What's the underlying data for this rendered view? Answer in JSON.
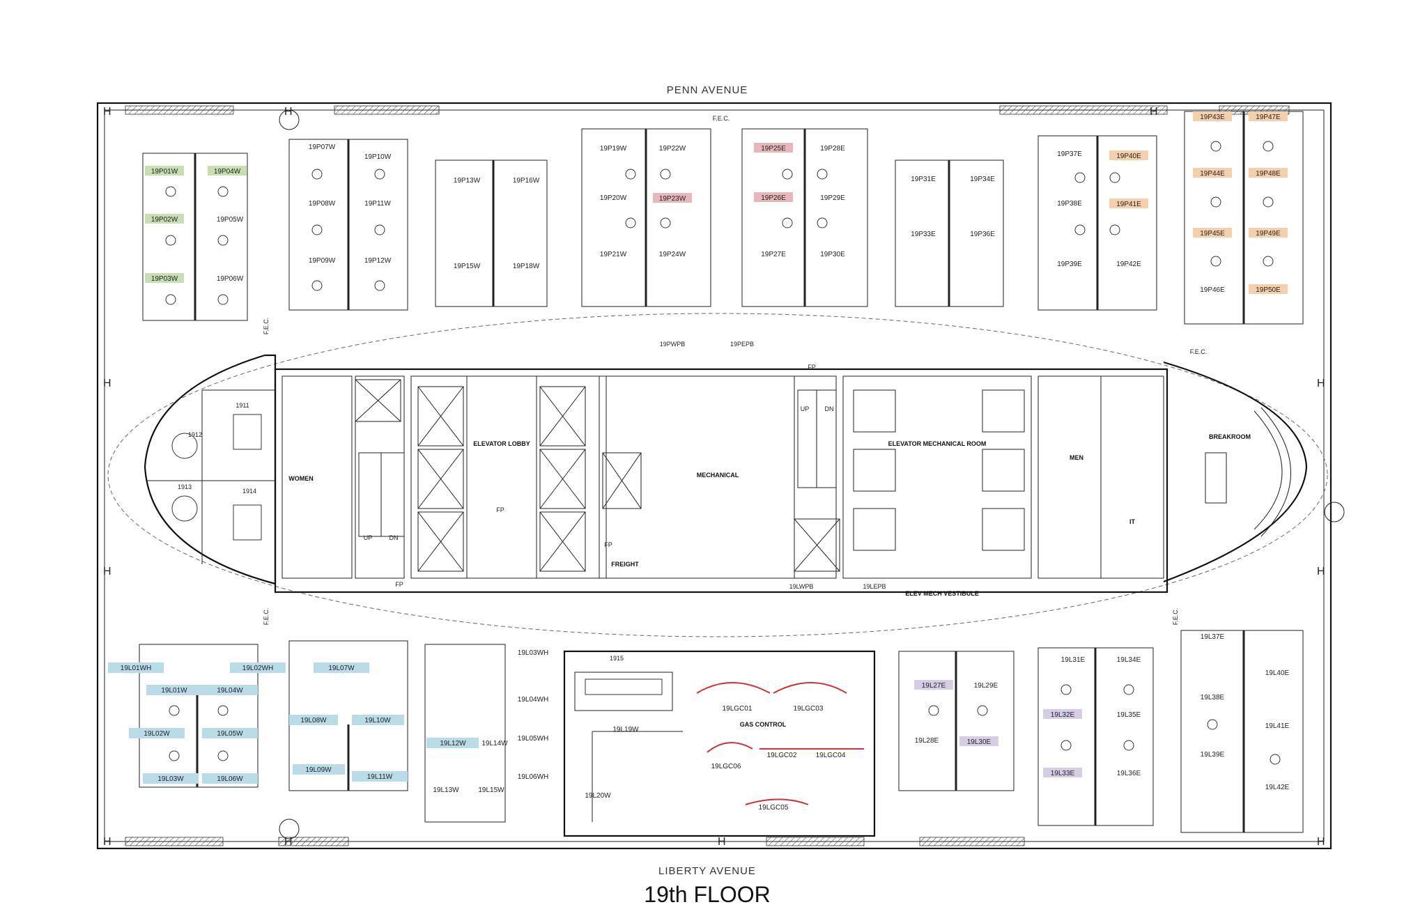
{
  "floor_title": "19th FLOOR",
  "streets": {
    "north": "PENN AVENUE",
    "south": "LIBERTY AVENUE"
  },
  "colors": {
    "green": "#c9dfb3",
    "red": "#e8b7ba",
    "orange": "#f6cfad",
    "blue": "#b9dce8",
    "purple": "#d5cde6",
    "wall": "#111111"
  },
  "rooms": {
    "r1911": "1911",
    "r1912": "1912",
    "r1913": "1913",
    "r1914": "1914",
    "r1915": "1915",
    "women": "WOMEN",
    "men": "MEN",
    "elevator_lobby": "ELEVATOR LOBBY",
    "mechanical": "MECHANICAL",
    "elevator_mechanical_room": "ELEVATOR MECHANICAL ROOM",
    "breakroom": "BREAKROOM",
    "it": "IT",
    "freight": "FREIGHT",
    "elev_mech_vestibule": "ELEV MECH VESTIBULE",
    "gas_control": "GAS CONTROL",
    "up1": "UP",
    "dn1": "DN",
    "up2": "UP",
    "dn2": "DN",
    "fp1": "FP",
    "fp2": "FP",
    "fp3": "FP",
    "fp4": "FP",
    "fec1": "F.E.C.",
    "fec2": "F.E.C.",
    "fec3": "F.E.C.",
    "fec4": "F.E.C.",
    "fec5": "F.E.C.",
    "pwpb": "19PWPB",
    "pepb": "19PEPB",
    "lwpb": "19LWPB",
    "lepb": "19LEPB"
  },
  "desks": {
    "p01w": "19P01W",
    "p02w": "19P02W",
    "p03w": "19P03W",
    "p04w": "19P04W",
    "p05w": "19P05W",
    "p06w": "19P06W",
    "p07w": "19P07W",
    "p08w": "19P08W",
    "p09w": "19P09W",
    "p10w": "19P10W",
    "p11w": "19P11W",
    "p12w": "19P12W",
    "p13w": "19P13W",
    "p15w": "19P15W",
    "p16w": "19P16W",
    "p18w": "19P18W",
    "p19w": "19P19W",
    "p20w": "19P20W",
    "p21w": "19P21W",
    "p22w": "19P22W",
    "p23w": "19P23W",
    "p24w": "19P24W",
    "p25e": "19P25E",
    "p26e": "19P26E",
    "p27e": "19P27E",
    "p28e": "19P28E",
    "p29e": "19P29E",
    "p30e": "19P30E",
    "p31e": "19P31E",
    "p33e": "19P33E",
    "p34e": "19P34E",
    "p36e": "19P36E",
    "p37e": "19P37E",
    "p38e": "19P38E",
    "p39e": "19P39E",
    "p40e": "19P40E",
    "p41e": "19P41E",
    "p42e": "19P42E",
    "p43e": "19P43E",
    "p44e": "19P44E",
    "p45e": "19P45E",
    "p46e": "19P46E",
    "p47e": "19P47E",
    "p48e": "19P48E",
    "p49e": "19P49E",
    "p50e": "19P50E",
    "l01wh": "19L01WH",
    "l02wh": "19L02WH",
    "l01w": "19L01W",
    "l04w": "19L04W",
    "l02w": "19L02W",
    "l05w": "19L05W",
    "l03w": "19L03W",
    "l06w": "19L06W",
    "l07w": "19L07W",
    "l08w": "19L08W",
    "l10w": "19L10W",
    "l09w": "19L09W",
    "l11w": "19L11W",
    "l12w": "19L12W",
    "l13w": "19L13W",
    "l14w": "19L14W",
    "l15w": "19L15W",
    "l03wh": "19L03WH",
    "l04wh": "19L04WH",
    "l05wh": "19L05WH",
    "l06wh": "19L06WH",
    "l19w": "19L19W",
    "l20w": "19L20W",
    "lgc01": "19LGC01",
    "lgc02": "19LGC02",
    "lgc03": "19LGC03",
    "lgc04": "19LGC04",
    "lgc05": "19LGC05",
    "lgc06": "19LGC06",
    "l27e": "19L27E",
    "l28e": "19L28E",
    "l29e": "19L29E",
    "l30e": "19L30E",
    "l31e": "19L31E",
    "l32e": "19L32E",
    "l33e": "19L33E",
    "l34e": "19L34E",
    "l35e": "19L35E",
    "l36e": "19L36E",
    "l37e": "19L37E",
    "l38e": "19L38E",
    "l39e": "19L39E",
    "l40e": "19L40E",
    "l41e": "19L41E",
    "l42e": "19L42E"
  }
}
